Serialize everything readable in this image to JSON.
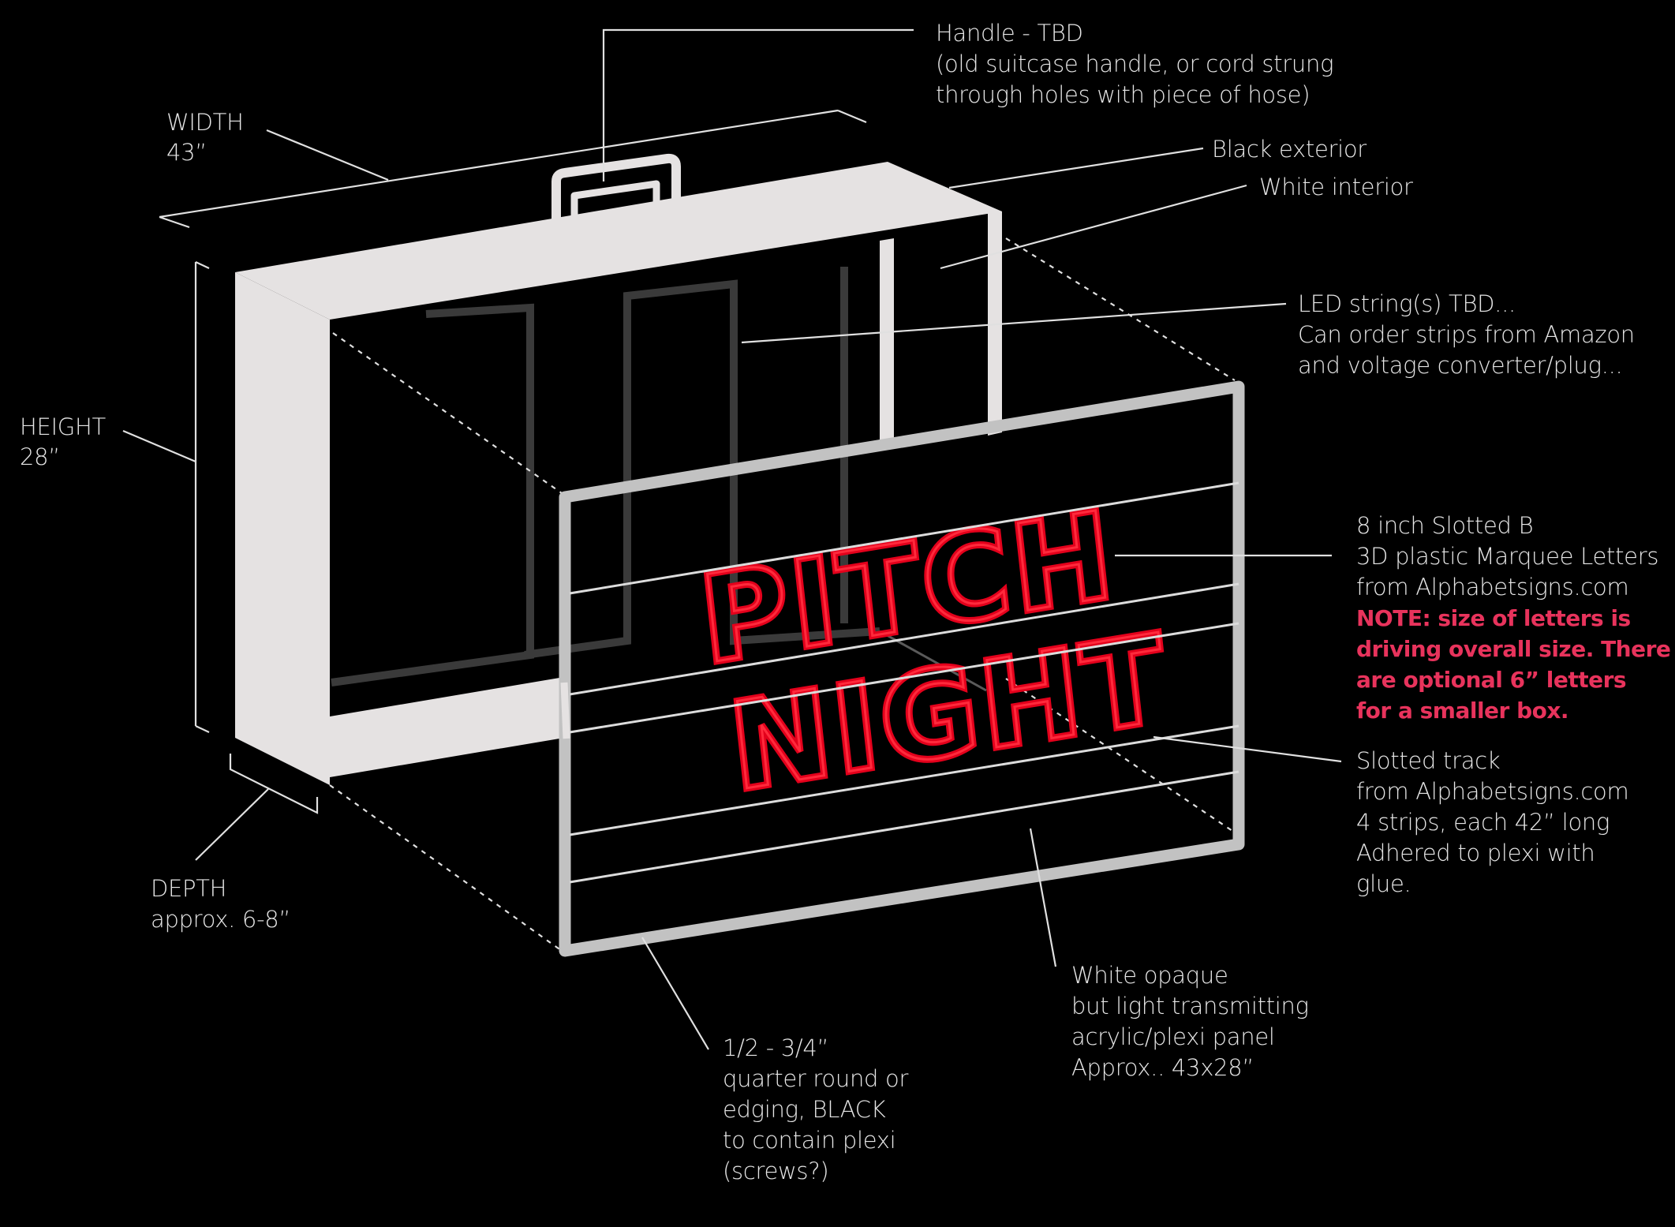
{
  "title": "PITCH NIGHT marquee suitcase lightbox diagram",
  "sign": {
    "line1": "PITCH",
    "line2": "NIGHT"
  },
  "labels": {
    "handle": [
      "Handle - TBD",
      "(old suitcase handle, or cord strung",
      "through holes with piece of hose)"
    ],
    "width": [
      "WIDTH",
      "43”"
    ],
    "black_exterior": [
      "Black exterior"
    ],
    "white_interior": [
      "White interior"
    ],
    "led": [
      "LED string(s) TBD...",
      "Can order strips from Amazon",
      "and voltage converter/plug..."
    ],
    "height": [
      "HEIGHT",
      "28”"
    ],
    "letters": [
      "8 inch Slotted B",
      "3D plastic Marquee Letters",
      "from Alphabetsigns.com"
    ],
    "letters_note": [
      "NOTE: size of letters is",
      "driving overall size. There",
      "are optional 6” letters",
      "for a smaller box."
    ],
    "track": [
      "Slotted track",
      "from Alphabetsigns.com",
      "4 strips, each 42” long",
      "Adhered to plexi with",
      "glue."
    ],
    "depth": [
      "DEPTH",
      "approx. 6-8”"
    ],
    "edging": [
      "1/2 - 3/4”",
      "quarter round or",
      "edging, BLACK",
      "to contain plexi",
      "(screws?)"
    ],
    "panel": [
      "White opaque",
      "but light transmitting",
      "acrylic/plexi panel",
      "Approx.. 43x28”"
    ]
  },
  "colors": {
    "background": "#000000",
    "box": "#e5e2e2",
    "marquee": "#e3001b",
    "note": "#e8335c"
  }
}
